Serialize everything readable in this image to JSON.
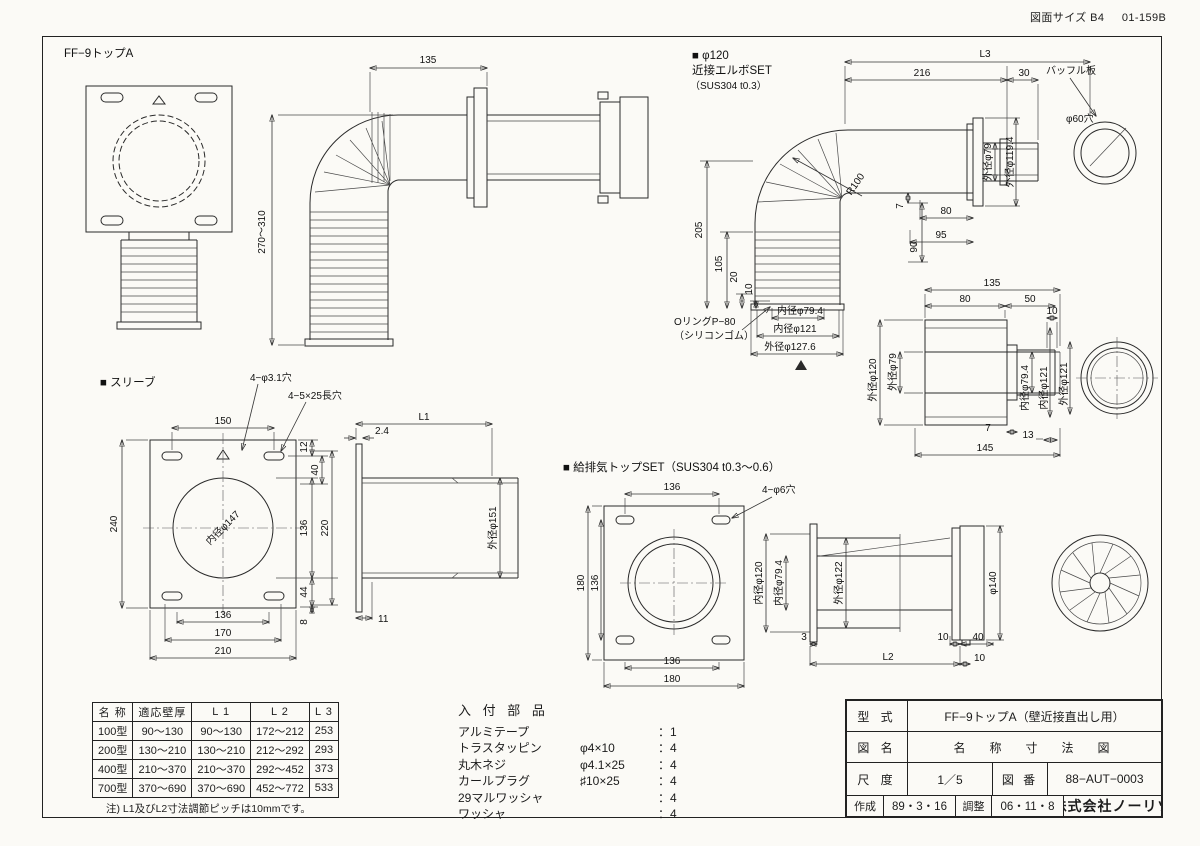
{
  "sheet": {
    "size_label": "図面サイズ B4",
    "doc_code": "01-159B"
  },
  "front_view": {
    "title": "FF−9トップA"
  },
  "side_view": {
    "d135": "135",
    "d270_310": "270〜310"
  },
  "elbow_set": {
    "t1": "■ φ120",
    "t2": "近接エルボSET",
    "t3": "（SUS304 t0.3）",
    "baffle": "バッフル板",
    "hole60": "φ60穴",
    "L3": "L3",
    "d216": "216",
    "d30": "30",
    "od79": "外径φ79",
    "od119": "外径φ119.4",
    "r100": "R100",
    "d205": "205",
    "d105": "105",
    "d20": "20",
    "d10": "10",
    "d7a": "7",
    "d90": "90",
    "d80": "80",
    "d95": "95",
    "oring1": "OリングP−80",
    "oring2": "（シリコンゴム）",
    "id794": "内径φ79.4",
    "id121": "内径φ121",
    "od1276": "外径φ127.6"
  },
  "coupling_view": {
    "d135": "135",
    "d80": "80",
    "d50": "50",
    "d10": "10",
    "od120": "外径φ120",
    "od79": "外径φ79",
    "id794": "内径φ79.4",
    "id121": "内径φ121",
    "od121": "外径φ121",
    "d7": "7",
    "d145": "145",
    "d13": "13"
  },
  "sleeve_view": {
    "title": "■ スリーブ",
    "holes": "4−φ3.1穴",
    "slots": "4−5×25長穴",
    "d150": "150",
    "d12": "12",
    "d40": "40",
    "d240": "240",
    "d136r": "136",
    "d220": "220",
    "d44": "44",
    "d8": "8",
    "id147": "内径φ147",
    "d136b": "136",
    "d170": "170",
    "d210": "210",
    "L1": "L1",
    "d24": "2.4",
    "od151": "外径φ151",
    "d11": "11"
  },
  "top_set": {
    "title": "■ 給排気トップSET（SUS304 t0.3〜0.6）",
    "holes": "4−φ6穴",
    "d136t": "136",
    "d180l": "180",
    "d136l": "136",
    "d136b": "136",
    "d180b": "180",
    "id120": "内径φ120",
    "id794": "内径φ79.4",
    "od122": "外径φ122",
    "od140": "φ140",
    "d3": "3",
    "d10a": "10",
    "d40": "40",
    "L2": "L2",
    "d10b": "10"
  },
  "spec_table": {
    "headers": [
      "名 称",
      "適応壁厚",
      "L 1",
      "L 2",
      "L 3"
    ],
    "rows": [
      [
        "100型",
        "90〜130",
        "90〜130",
        "172〜212",
        "253"
      ],
      [
        "200型",
        "130〜210",
        "130〜210",
        "212〜292",
        "293"
      ],
      [
        "400型",
        "210〜370",
        "210〜370",
        "292〜452",
        "373"
      ],
      [
        "700型",
        "370〜690",
        "370〜690",
        "452〜772",
        "533"
      ]
    ],
    "note": "注) L1及びL2寸法調節ピッチは10mmです。"
  },
  "parts": {
    "title": "入 付 部 品",
    "items": [
      {
        "name": "アルミテープ",
        "spec": "",
        "qty": "：1"
      },
      {
        "name": "トラスタッピン",
        "spec": "φ4×10",
        "qty": "：4"
      },
      {
        "name": "丸木ネジ",
        "spec": "φ4.1×25",
        "qty": "：4"
      },
      {
        "name": "カールプラグ",
        "spec": "♯10×25",
        "qty": "：4"
      },
      {
        "name": "29マルワッシャ",
        "spec": "",
        "qty": "：4"
      },
      {
        "name": "ワッシャ",
        "spec": "",
        "qty": "：4"
      }
    ]
  },
  "title_block": {
    "model_label": "型 式",
    "model_value": "FF−9トップA（壁近接直出し用）",
    "name_label": "図 名",
    "name_value": "名　称　寸　法　図",
    "scale_label": "尺 度",
    "scale_value": "1／5",
    "dwg_label": "図 番",
    "dwg_value": "88−AUT−0003",
    "made_label": "作成",
    "made_value": "89・3・16",
    "adj_label": "調整",
    "adj_value": "06・11・8",
    "company": "株式会社ノーリツ"
  }
}
